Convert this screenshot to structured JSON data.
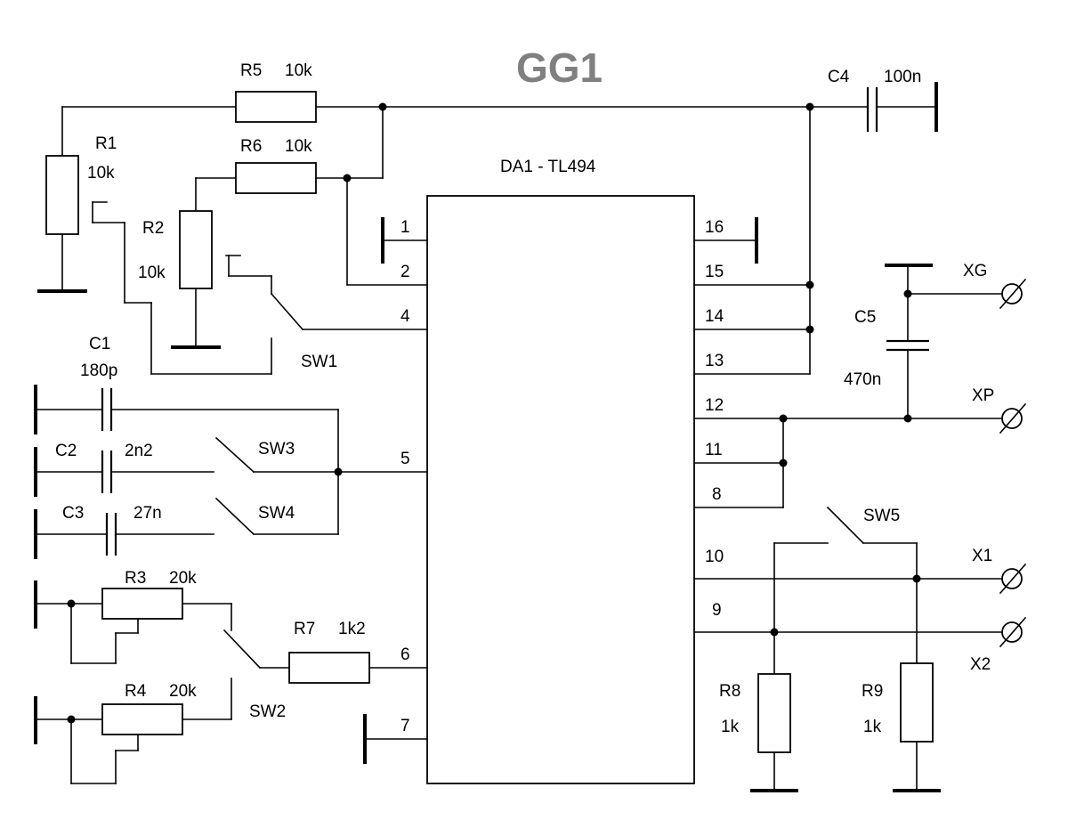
{
  "title": "GG1",
  "ic": {
    "label": "DA1 - TL494"
  },
  "pins": {
    "p1": "1",
    "p2": "2",
    "p4": "4",
    "p5": "5",
    "p6": "6",
    "p7": "7",
    "p16": "16",
    "p15": "15",
    "p14": "14",
    "p13": "13",
    "p12": "12",
    "p11": "11",
    "p8": "8",
    "p10": "10",
    "p9": "9"
  },
  "components": {
    "R1": {
      "ref": "R1",
      "value": "10k"
    },
    "R2": {
      "ref": "R2",
      "value": "10k"
    },
    "R3": {
      "ref": "R3",
      "value": "20k"
    },
    "R4": {
      "ref": "R4",
      "value": "20k"
    },
    "R5": {
      "ref": "R5",
      "value": "10k"
    },
    "R6": {
      "ref": "R6",
      "value": "10k"
    },
    "R7": {
      "ref": "R7",
      "value": "1k2"
    },
    "R8": {
      "ref": "R8",
      "value": "1k"
    },
    "R9": {
      "ref": "R9",
      "value": "1k"
    },
    "C1": {
      "ref": "C1",
      "value": "180p"
    },
    "C2": {
      "ref": "C2",
      "value": "2n2"
    },
    "C3": {
      "ref": "C3",
      "value": "27n"
    },
    "C4": {
      "ref": "C4",
      "value": "100n"
    },
    "C5": {
      "ref": "C5",
      "value": "470n"
    }
  },
  "switches": {
    "SW1": "SW1",
    "SW2": "SW2",
    "SW3": "SW3",
    "SW4": "SW4",
    "SW5": "SW5"
  },
  "connectors": {
    "XG": "XG",
    "XP": "XP",
    "X1": "X1",
    "X2": "X2"
  }
}
